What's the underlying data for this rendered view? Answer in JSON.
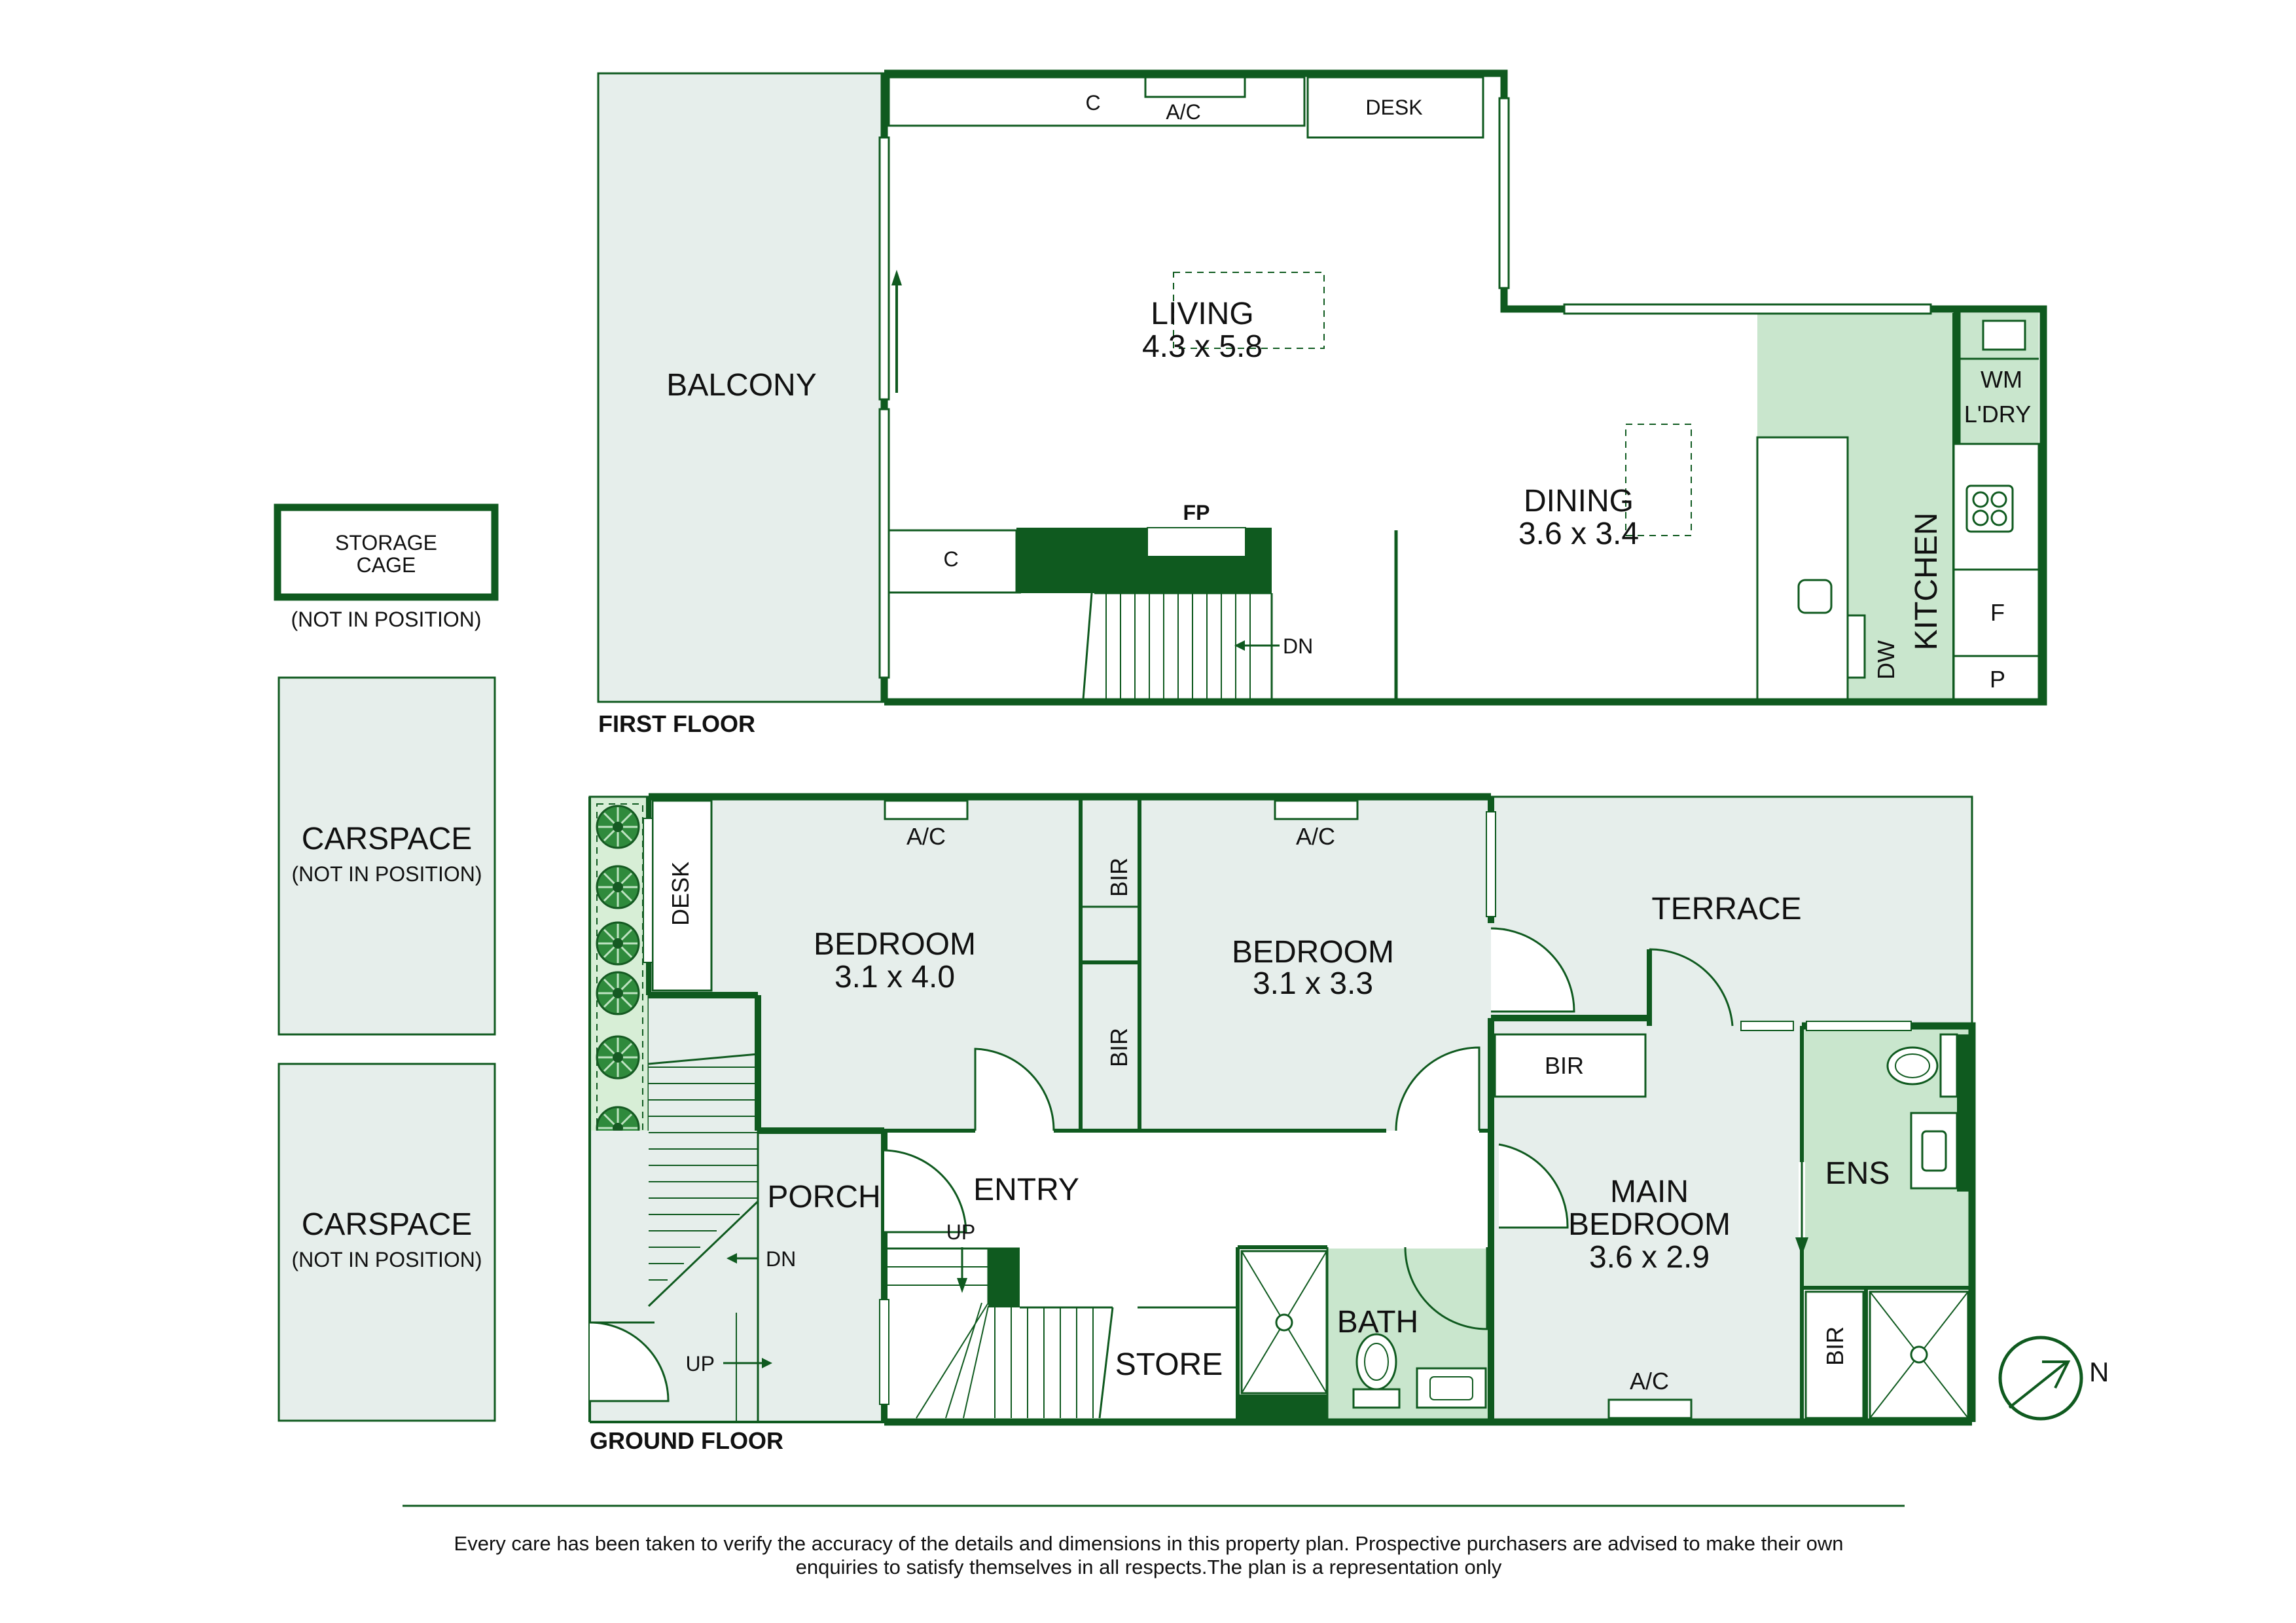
{
  "colors": {
    "wall": "#0f5a1f",
    "room_fill": "#e6eeeb",
    "wet_fill": "#c9e6cd",
    "hedge": "#d7eed6",
    "tree": "#2f8a3c"
  },
  "first_floor": {
    "label": "FIRST FLOOR",
    "balcony": "BALCONY",
    "closet": "C",
    "ac": "A/C",
    "desk": "DESK",
    "living": {
      "name": "LIVING",
      "size": "4.3 x 5.8"
    },
    "dining": {
      "name": "DINING",
      "size": "3.6 x 3.4"
    },
    "fireplace": "FP",
    "closet_2": "C",
    "stair_dn": "DN",
    "kitchen": "KITCHEN",
    "dishwasher": "DW",
    "washing_machine": "WM",
    "laundry": "L'DRY",
    "fridge": "F",
    "pantry": "P"
  },
  "storage_cage": {
    "line1": "STORAGE",
    "line2": "CAGE",
    "note": "(NOT IN POSITION)"
  },
  "carspaces": [
    {
      "name": "CARSPACE",
      "note": "(NOT IN POSITION)"
    },
    {
      "name": "CARSPACE",
      "note": "(NOT IN POSITION)"
    }
  ],
  "ground_floor": {
    "label": "GROUND FLOOR",
    "desk": "DESK",
    "bedroom1": {
      "name": "BEDROOM",
      "size": "3.1 x 4.0",
      "ac": "A/C"
    },
    "bir_top": "BIR",
    "bir_bottom": "BIR",
    "bedroom2": {
      "name": "BEDROOM",
      "size": "3.1 x 3.3",
      "ac": "A/C"
    },
    "terrace": "TERRACE",
    "bir_main": "BIR",
    "porch": "PORCH",
    "porch_dn": "DN",
    "porch_up": "UP",
    "entry": "ENTRY",
    "entry_up": "UP",
    "store": "STORE",
    "bath": "BATH",
    "main_bedroom": {
      "line1": "MAIN",
      "line2": "BEDROOM",
      "size": "3.6 x 2.9",
      "ac": "A/C"
    },
    "ensuite": "ENS",
    "bir_ens": "BIR"
  },
  "north": "N",
  "disclaimer": {
    "line1": "Every care has been taken to verify the accuracy of the details and dimensions in this property plan. Prospective purchasers are advised to make their own",
    "line2": "enquiries to satisfy themselves in all respects.The plan is a representation only"
  }
}
